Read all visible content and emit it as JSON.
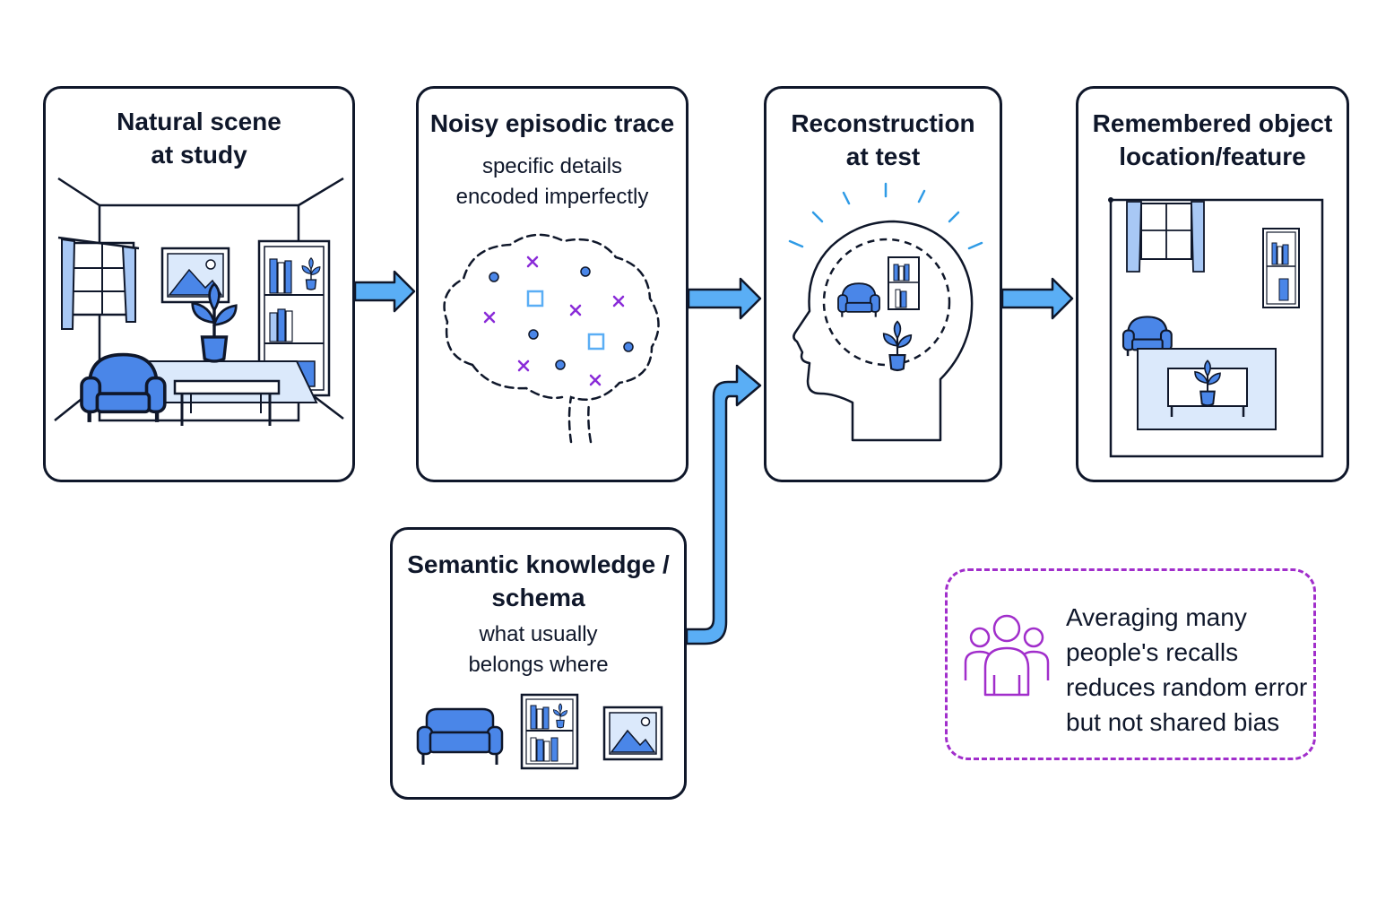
{
  "panels": {
    "study": {
      "title_lines": [
        "Natural scene",
        "at study"
      ]
    },
    "trace": {
      "title_lines": [
        "Noisy episodic trace"
      ],
      "sub_lines": [
        "specific details",
        "encoded imperfectly"
      ]
    },
    "reconstruction": {
      "title_lines": [
        "Reconstruction",
        "at test"
      ]
    },
    "remembered": {
      "title_lines": [
        "Remembered object",
        "location/feature"
      ]
    },
    "schema": {
      "title_lines": [
        "Semantic knowledge /",
        "schema"
      ],
      "sub_lines": [
        "what usually",
        "belongs where"
      ]
    }
  },
  "note": {
    "lines": [
      "Averaging many",
      "people's recalls",
      "reduces random error",
      "but not shared bias"
    ]
  },
  "icons": {
    "scene": "living-room-icon",
    "brain": "brain-icon",
    "head": "head-icon",
    "floorplan": "floor-plan-icon",
    "armchair": "armchair-icon",
    "sofa": "sofa-icon",
    "bookshelf": "bookshelf-icon",
    "picture": "picture-frame-icon",
    "plant": "plant-icon",
    "people": "people-group-icon",
    "arrow": "arrow-right-icon"
  },
  "colors": {
    "ink": "#0f172a",
    "blue": "#4a86e8",
    "light_blue": "#dbe9fb",
    "arrow": "#5aaef5",
    "purple": "#a12ecb"
  }
}
